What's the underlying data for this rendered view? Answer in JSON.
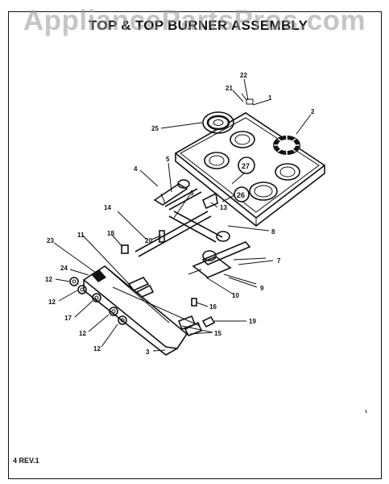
{
  "header": {
    "watermark": "AppliancePartsPros.com",
    "title": "TOP & TOP BURNER ASSEMBLY"
  },
  "footer": {
    "revision": "4 REV.1"
  },
  "callouts": {
    "c1": "1",
    "c2": "2",
    "c3": "3",
    "c4": "4",
    "c5": "5",
    "c6": "6",
    "c7": "7",
    "c8": "8",
    "c9": "9",
    "c10": "10",
    "c11": "11",
    "c12a": "12",
    "c12b": "12",
    "c12c": "12",
    "c12d": "12",
    "c13": "13",
    "c14": "14",
    "c15": "15",
    "c16": "16",
    "c17": "17",
    "c18": "18",
    "c19": "19",
    "c20": "20",
    "c21": "21",
    "c22": "22",
    "c23": "23",
    "c24": "24",
    "c25": "25",
    "c26": "26",
    "c27": "27"
  }
}
